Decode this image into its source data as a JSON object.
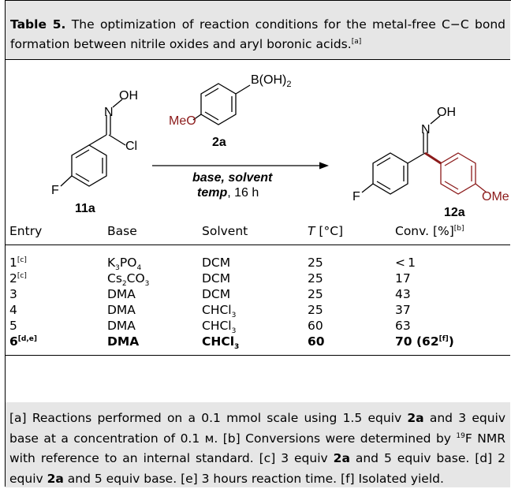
{
  "caption": {
    "label": "Table 5.",
    "text": "The optimization of reaction conditions for the metal-free C−C bond formation between nitrile oxides and aryl boronic acids.",
    "ref": "[a]"
  },
  "scheme": {
    "reagent_boronic": "B(OH)",
    "reagent_boronic_sub": "2",
    "reagent_meo": "MeO",
    "reagent_id": "2a",
    "conditions_line1": "base, solvent",
    "conditions_line2_bold": "temp",
    "conditions_line2_rest": ", 16 h",
    "sm_oh": "OH",
    "sm_n": "N",
    "sm_cl": "Cl",
    "sm_f": "F",
    "sm_id": "11a",
    "pr_oh": "OH",
    "pr_n": "N",
    "pr_f": "F",
    "pr_ome": "OMe",
    "pr_id": "12a"
  },
  "table": {
    "headers": [
      "Entry",
      "Base",
      "Solvent",
      "T",
      "Conv. [%]"
    ],
    "header_t_unit": " [°C]",
    "header_conv_ref": "[b]",
    "rows": [
      {
        "entry": "1",
        "entry_sup": "[c]",
        "base": "K",
        "base_sub1": "3",
        "base_mid": "PO",
        "base_sub2": "4",
        "solvent": "DCM",
        "solvent_sub": "",
        "t": "25",
        "conv": "< 1",
        "conv_paren": ""
      },
      {
        "entry": "2",
        "entry_sup": "[c]",
        "base": "Cs",
        "base_sub1": "2",
        "base_mid": "CO",
        "base_sub2": "3",
        "solvent": "DCM",
        "solvent_sub": "",
        "t": "25",
        "conv": "17",
        "conv_paren": ""
      },
      {
        "entry": "3",
        "entry_sup": "",
        "base": "DMA",
        "base_sub1": "",
        "base_mid": "",
        "base_sub2": "",
        "solvent": "DCM",
        "solvent_sub": "",
        "t": "25",
        "conv": "43",
        "conv_paren": ""
      },
      {
        "entry": "4",
        "entry_sup": "",
        "base": "DMA",
        "base_sub1": "",
        "base_mid": "",
        "base_sub2": "",
        "solvent": "CHCl",
        "solvent_sub": "3",
        "t": "25",
        "conv": "37",
        "conv_paren": ""
      },
      {
        "entry": "5",
        "entry_sup": "",
        "base": "DMA",
        "base_sub1": "",
        "base_mid": "",
        "base_sub2": "",
        "solvent": "CHCl",
        "solvent_sub": "3",
        "t": "60",
        "conv": "63",
        "conv_paren": ""
      },
      {
        "entry": "6",
        "entry_sup": "[d,e]",
        "base": "DMA",
        "base_sub1": "",
        "base_mid": "",
        "base_sub2": "",
        "solvent": "CHCl",
        "solvent_sub": "3",
        "t": "60",
        "conv": "70",
        "conv_paren": " (62",
        "conv_paren_sup": "[f]",
        "conv_paren_end": ")"
      }
    ]
  },
  "footnotes": {
    "a": "[a] Reactions performed on a 0.1 mmol scale using 1.5 equiv ",
    "a_bold": "2a",
    "a_rest": " and 3 equiv base at a concentration of 0.1 м.",
    "b": " [b] Conversions were determined by ",
    "b_sup": "19",
    "b_rest": "F NMR with reference to an internal standard.",
    "c": " [c] 3 equiv ",
    "c_bold": "2a",
    "c_rest": " and 5 equiv base.",
    "d": " [d] 2 equiv ",
    "d_bold": "2a",
    "d_rest": " and 5 equiv base.",
    "e": " [e] 3 hours reaction time.",
    "f": " [f] Isolated yield."
  },
  "colors": {
    "panel_bg": "#e6e6e6",
    "maroon": "#8b1a1a",
    "text": "#000000"
  }
}
